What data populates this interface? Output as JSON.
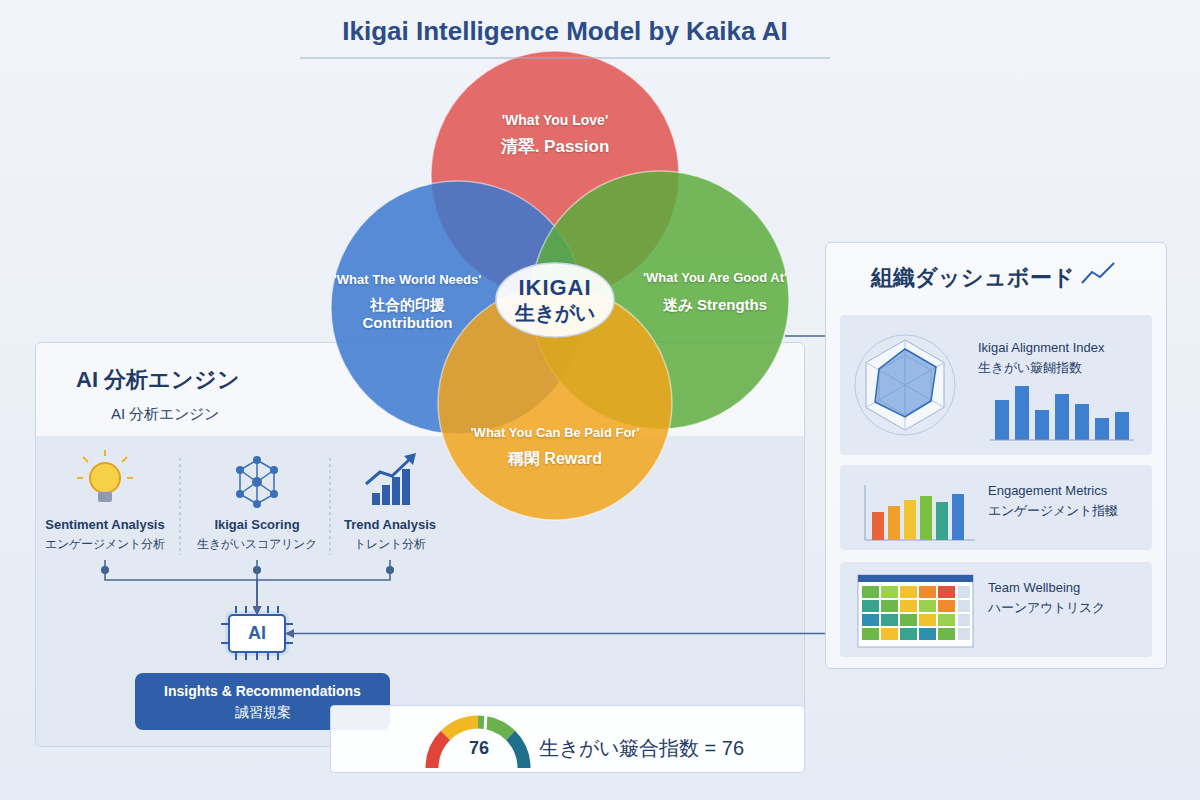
{
  "diagram": {
    "title": "Ikigai Intelligence Model by Kaika AI",
    "nodes": [
      {
        "text": [
          "'What You Love'",
          "清翠. Passion"
        ]
      },
      {
        "text": [
          "'What The World Needs'",
          "社合的印援 Contribution"
        ]
      },
      {
        "text": [
          "'What You Are Good At'",
          "迷み Strengths"
        ]
      },
      {
        "text": [
          "'What You Can Be Paid For'",
          "稱閑 Reward"
        ]
      },
      {
        "text": [
          "IKIGAI",
          "生きがい"
        ]
      },
      {
        "text": [
          "AI 分析エンジン",
          "AI 分析エンジン"
        ]
      },
      {
        "text": [
          "Sentiment Analysis",
          "エンゲージメント分析"
        ],
        "in": 5
      },
      {
        "text": [
          "Ikigai Scoring",
          "生きがいスコアリンク"
        ],
        "in": 5
      },
      {
        "text": [
          "Trend Analysis",
          "トレント分析"
        ],
        "in": 5
      },
      {
        "text": [
          "AI"
        ],
        "in": 5
      },
      {
        "text": [
          "Insights & Recommendations",
          "誠習規案"
        ],
        "in": 5
      },
      {
        "text": [
          "76",
          "生きがい簸合指数 = 76"
        ]
      },
      {
        "text": [
          "組織ダッシュボード"
        ]
      },
      {
        "text": [
          "Ikigai Alignment Index",
          "生きがい簸餬指数"
        ],
        "in": 12
      },
      {
        "text": [
          "Engagement Metrics",
          "エンゲージメント指輟"
        ],
        "in": 12
      },
      {
        "text": [
          "Team Wellbeing",
          "ハーンアウトリスク"
        ],
        "in": 12
      }
    ],
    "edges": [
      {
        "from": 6,
        "to": 9,
        "arrow": "to"
      },
      {
        "from": 7,
        "to": 9,
        "arrow": "to"
      },
      {
        "from": 8,
        "to": 9,
        "arrow": "to"
      },
      {
        "from": 12,
        "to": 9,
        "arrow": "to"
      },
      {
        "from": 2,
        "to": 12,
        "arrow": "none"
      }
    ]
  }
}
